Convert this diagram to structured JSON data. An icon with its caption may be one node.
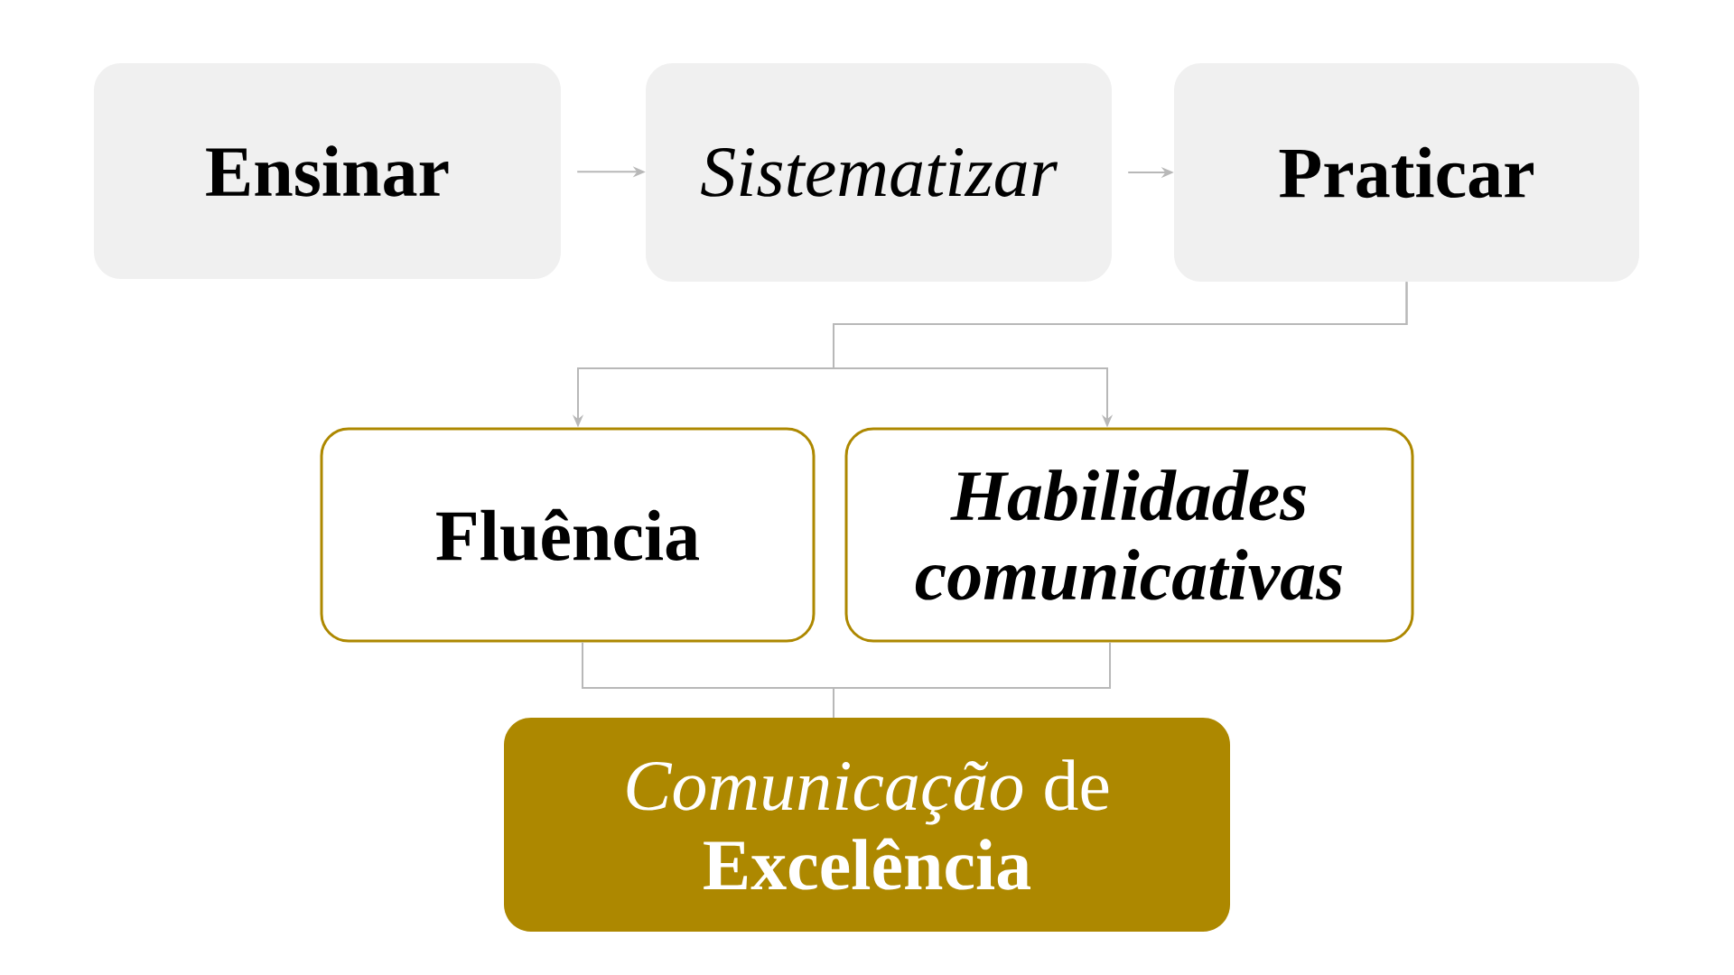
{
  "diagram": {
    "nodes": [
      {
        "text": [
          "Ensinar"
        ]
      },
      {
        "text": [
          "Sistematizar"
        ]
      },
      {
        "text": [
          "Praticar"
        ]
      },
      {
        "text": [
          "Fluência"
        ]
      },
      {
        "text": [
          "Habilidades comunicativas"
        ]
      },
      {
        "text": [
          "*Comunicação* de **Excelência**"
        ]
      }
    ],
    "edges": [
      {
        "from": 0,
        "to": 1,
        "arrow": "to"
      },
      {
        "from": 1,
        "to": 2,
        "arrow": "to"
      },
      {
        "from": 2,
        "to": 3,
        "arrow": "to"
      },
      {
        "from": 2,
        "to": 4,
        "arrow": "to"
      },
      {
        "from": 3,
        "to": 5,
        "arrow": "none"
      },
      {
        "from": 4,
        "to": 5,
        "arrow": "none"
      }
    ]
  }
}
